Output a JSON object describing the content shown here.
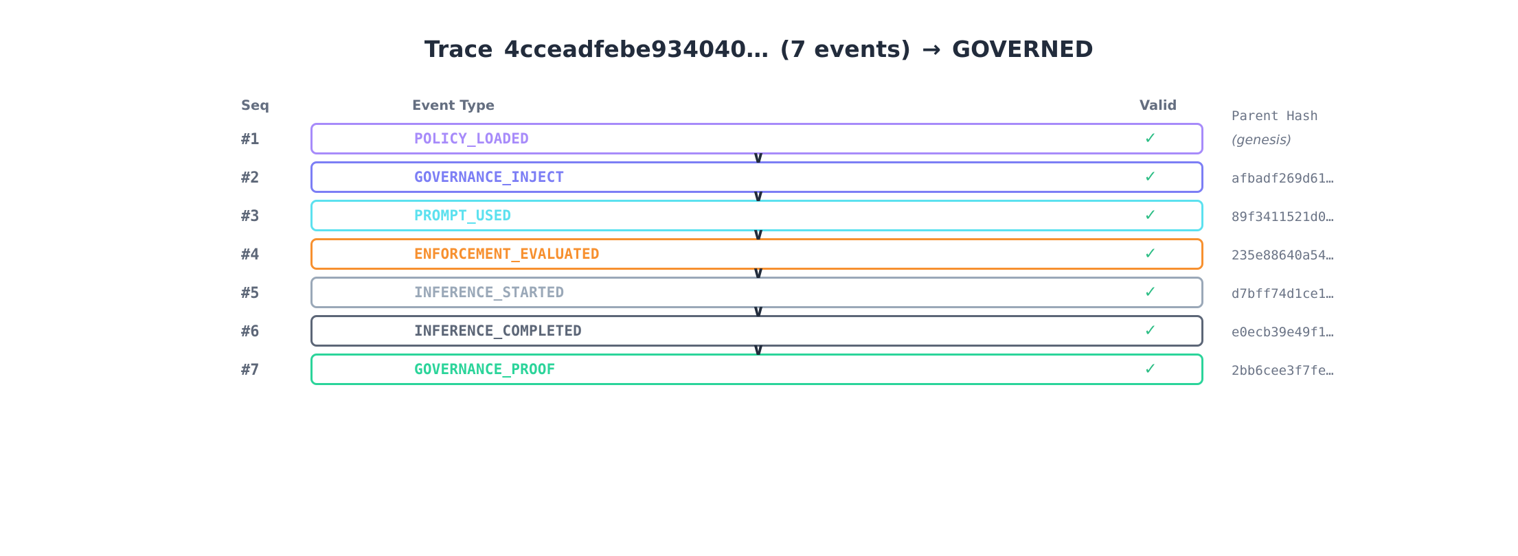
{
  "title": {
    "prefix": "Trace",
    "trace_id": "4cceadfebe934040…",
    "event_count": "(7 events)",
    "arrow": "→",
    "status": "GOVERNED"
  },
  "columns": {
    "seq": "Seq",
    "event_type": "Event Type",
    "valid": "Valid",
    "parent_hash": "Parent Hash"
  },
  "colors": {
    "title": "#222c3c",
    "header": "#646e80",
    "seq": "#5d6778",
    "valid_check": "#2bbd84",
    "hash": "#6b7486",
    "connector": "#222c3c",
    "policy_loaded": "#a78bfa",
    "governance_inject": "#7c7ef5",
    "prompt_used": "#5ce1ef",
    "enforcement_evaluated": "#f7902f",
    "inference_started": "#9aa8b8",
    "inference_completed": "#5c6677",
    "governance_proof": "#2bd49a"
  },
  "connector_glyph": "∨",
  "events": [
    {
      "seq": "#1",
      "type": "POLICY_LOADED",
      "valid": "✓",
      "parent_hash": "(genesis)",
      "color": "#a78bfa",
      "genesis": true
    },
    {
      "seq": "#2",
      "type": "GOVERNANCE_INJECT",
      "valid": "✓",
      "parent_hash": "afbadf269d61…",
      "color": "#7c7ef5",
      "genesis": false
    },
    {
      "seq": "#3",
      "type": "PROMPT_USED",
      "valid": "✓",
      "parent_hash": "89f3411521d0…",
      "color": "#5ce1ef",
      "genesis": false
    },
    {
      "seq": "#4",
      "type": "ENFORCEMENT_EVALUATED",
      "valid": "✓",
      "parent_hash": "235e88640a54…",
      "color": "#f7902f",
      "genesis": false
    },
    {
      "seq": "#5",
      "type": "INFERENCE_STARTED",
      "valid": "✓",
      "parent_hash": "d7bff74d1ce1…",
      "color": "#9aa8b8",
      "genesis": false
    },
    {
      "seq": "#6",
      "type": "INFERENCE_COMPLETED",
      "valid": "✓",
      "parent_hash": "e0ecb39e49f1…",
      "color": "#5c6677",
      "genesis": false
    },
    {
      "seq": "#7",
      "type": "GOVERNANCE_PROOF",
      "valid": "✓",
      "parent_hash": "2bb6cee3f7fe…",
      "color": "#2bd49a",
      "genesis": false
    }
  ]
}
